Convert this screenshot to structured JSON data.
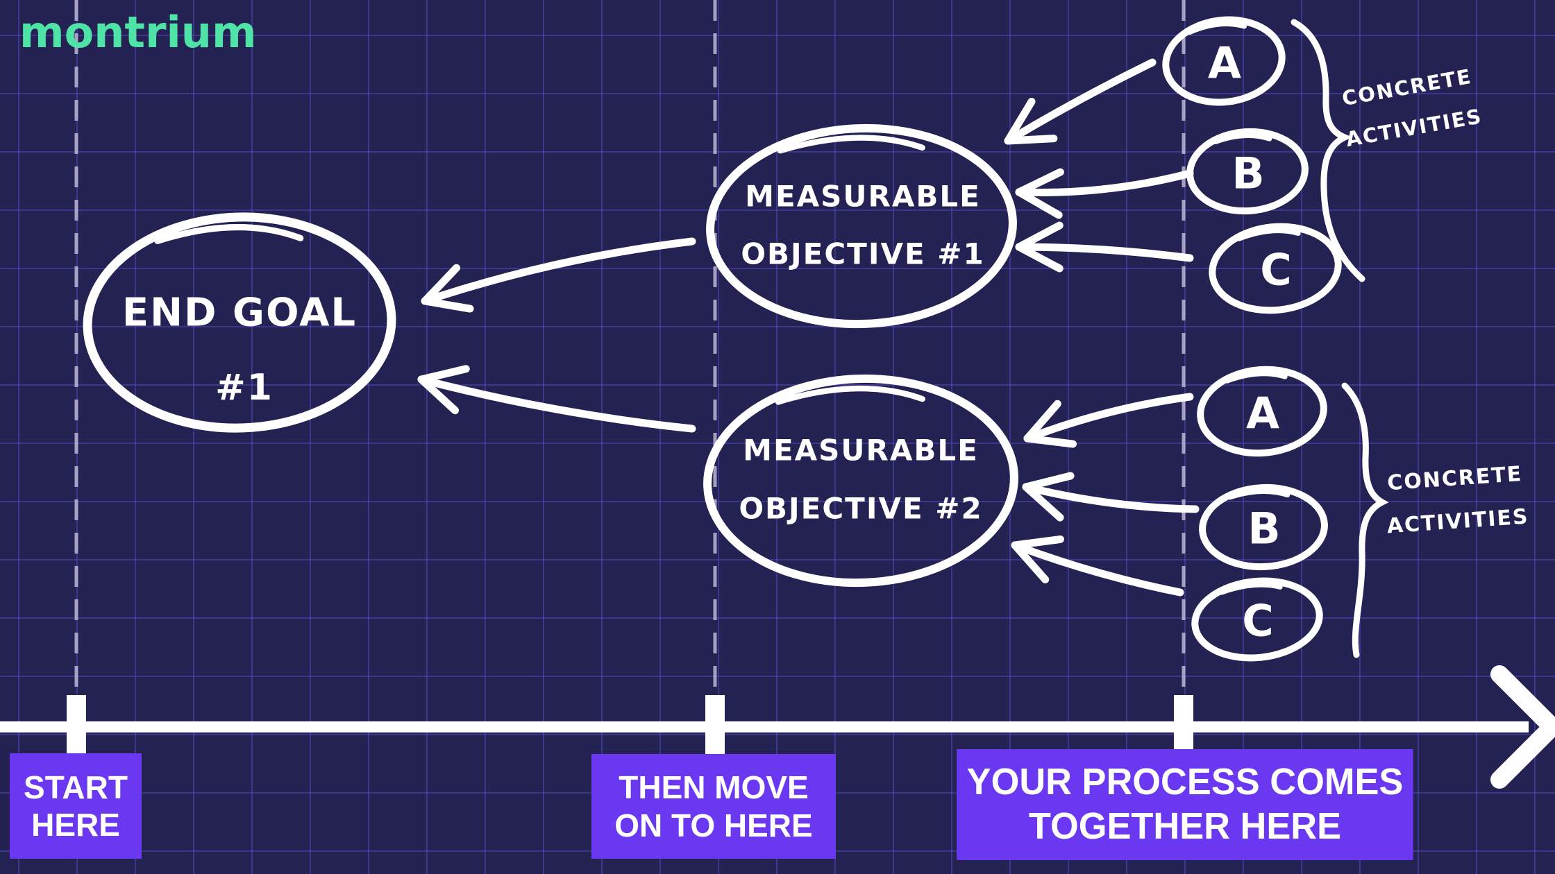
{
  "brand": {
    "logo_text": "montrium"
  },
  "colors": {
    "background": "#242253",
    "grid_line": "#3b33a2",
    "ink": "#ffffff",
    "accent_purple": "#6b38f2",
    "brand_green": "#4fe3a7",
    "guide_gray": "#bbb6d4"
  },
  "diagram": {
    "end_goal": {
      "line1": "END GOAL",
      "line2": "#1"
    },
    "objective1": {
      "line1": "MEASURABLE",
      "line2": "OBJECTIVE #1"
    },
    "objective2": {
      "line1": "MEASURABLE",
      "line2": "OBJECTIVE #2"
    },
    "activity_groups": [
      {
        "items": [
          "A",
          "B",
          "C"
        ],
        "label": "CONCRETE\nACTIVITIES"
      },
      {
        "items": [
          "A",
          "B",
          "C"
        ],
        "label": "CONCRETE\nACTIVITIES"
      }
    ]
  },
  "timeline": {
    "labels": [
      {
        "text": "START\nHERE"
      },
      {
        "text": "THEN MOVE\nON TO HERE"
      },
      {
        "text": "YOUR PROCESS COMES\nTOGETHER HERE"
      }
    ]
  }
}
